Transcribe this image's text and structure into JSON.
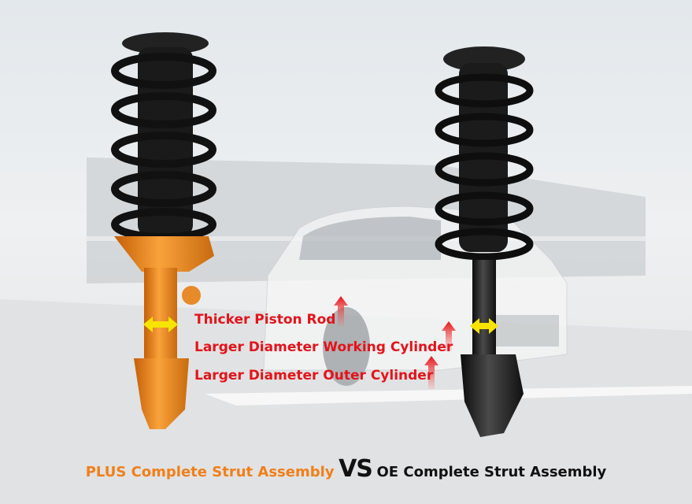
{
  "features": [
    "Thicker Piston Rod",
    "Larger Diameter Working Cylinder",
    "Larger Diameter Outer Cylinder"
  ],
  "caption": {
    "left": "PLUS Complete Strut Assembly",
    "vs": "VS",
    "right": "OE Complete Strut Assembly"
  },
  "colors": {
    "accent_orange": "#f07f1a",
    "feature_red": "#e3131b",
    "arrow_yellow": "#f7e400",
    "text_dark": "#111111"
  }
}
